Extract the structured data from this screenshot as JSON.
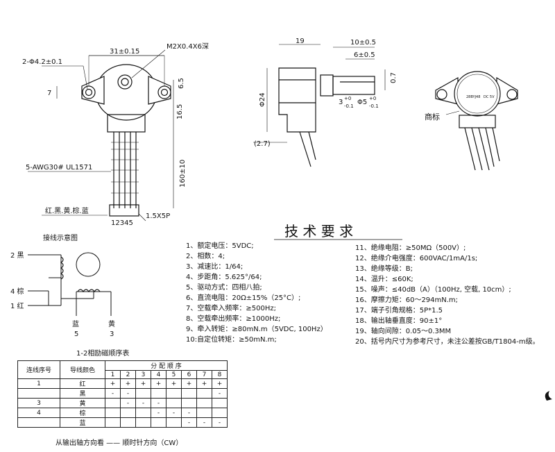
{
  "drawing": {
    "dim_width": "31±0.15",
    "dim_screw": "M2X0.4X6深",
    "dim_holes": "2-Φ4.2±0.1",
    "dim_7": "7",
    "dim_6_5": "6.5",
    "dim_16_5": "16.5",
    "dim_160": "160±10",
    "wire_spec": "5-AWG30# UL1571",
    "wire_colors": "红.黑.黄.棕.蓝",
    "pin_numbers": "12345",
    "connector": "1.5X5P",
    "dim_19": "19",
    "dim_10": "10±0.5",
    "dim_6": "6±0.5",
    "dim_d24": "Φ24",
    "dim_3": "3",
    "dim_3_tol_upper": "+0",
    "dim_3_tol_lower": "-0.1",
    "dim_d5": "Φ5",
    "dim_d5_tol_upper": "+0",
    "dim_d5_tol_lower": "-0.1",
    "dim_2_7": "(2.7)",
    "dim_shaft": "0.7",
    "label_mark": "商标",
    "rear_text": [
      "DC 5V",
      "28BYJ48"
    ]
  },
  "wiring": {
    "title": "接线示意图",
    "label_black": "2 黑",
    "label_brown": "4 棕",
    "label_red": "1 红",
    "blue": "蓝",
    "blue_num": "5",
    "yellow": "黄",
    "yellow_num": "3"
  },
  "spec_title": "技 术 要 求",
  "specs_left": [
    "1、额定电压：5VDC;",
    "2、相数：4;",
    "3、减速比：1/64;",
    "4、步距角：5.625°/64;",
    "5、驱动方式：四相八拍;",
    "6、直流电阻：20Ω±15%（25°C）;",
    "7、空载牵入频率：≥500Hz;",
    "8、空载牵出频率：≥1000Hz;",
    "9、牵入转矩：≥80mN.m（5VDC, 100Hz）",
    "10:自定位转矩：≥50mN.m;"
  ],
  "specs_right": [
    "11、绝缘电阻：≥50MΩ（500V）;",
    "12、绝缘介电强度：600VAC/1mA/1s;",
    "13、绝缘等级：B;",
    "14、温升：≤60K;",
    "15、噪声：≤40dB（A）（100Hz, 空载, 10cm）;",
    "16、摩擦力矩：60～294mN.m;",
    "17、端子引角规格：5P*1.5",
    "18、输出轴垂直度：90±1°",
    "19、轴向间隙：0.05～0.3MM",
    "20、括号内尺寸为参考尺寸，未注公差按GB/T1804-m级。"
  ],
  "table": {
    "title": "1-2相励磁顺序表",
    "col1": "连线序号",
    "col2": "导线颜色",
    "seq_title": "分 配 顺 序",
    "steps": [
      "1",
      "2",
      "3",
      "4",
      "5",
      "6",
      "7",
      "8"
    ],
    "rows": [
      {
        "num": "1",
        "color": "红",
        "cells": [
          "+",
          "+",
          "+",
          "+",
          "+",
          "+",
          "+",
          "+"
        ]
      },
      {
        "num": "",
        "color": "黑",
        "cells": [
          "-",
          "-",
          "",
          "",
          "",
          "",
          "",
          "-"
        ]
      },
      {
        "num": "3",
        "color": "黄",
        "cells": [
          "",
          "-",
          "-",
          "-",
          "",
          "",
          "",
          ""
        ]
      },
      {
        "num": "4",
        "color": "棕",
        "cells": [
          "",
          "",
          "",
          "-",
          "-",
          "-",
          "",
          ""
        ]
      },
      {
        "num": "",
        "color": "蓝",
        "cells": [
          "",
          "",
          "",
          "",
          "",
          "-",
          "-",
          "-"
        ]
      }
    ],
    "footer": "从输出轴方向看 —— 顺时针方向（CW）"
  }
}
